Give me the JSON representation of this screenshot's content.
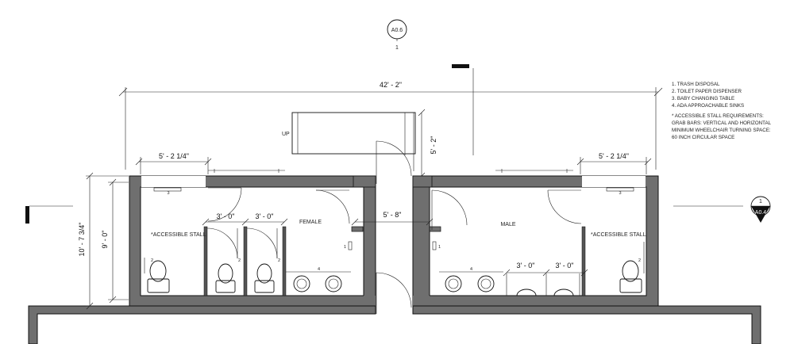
{
  "callouts": {
    "top": {
      "sheet": "A0.6",
      "number": "1"
    },
    "right": {
      "number": "1",
      "sheet": "A0.4"
    }
  },
  "dimensions": {
    "overall_width": "42' - 2\"",
    "left_stall_width": "5' - 2 1/4\"",
    "right_stall_width": "5' - 2 1/4\"",
    "corridor_width": "5' - 8\"",
    "stair_depth": "5' - 2\"",
    "overall_height": "10' - 7 3/4\"",
    "room_height": "9' - 0\"",
    "female_stall_a": "3' - 0\"",
    "female_stall_b": "3' - 0\"",
    "male_stall_a": "3' - 0\"",
    "male_stall_b": "3' - 0\""
  },
  "labels": {
    "up": "UP",
    "female": "FEMALE",
    "male": "MALE",
    "accessible_left": "*ACCESSIBLE STALL",
    "accessible_right": "*ACCESSIBLE STALL"
  },
  "tags": {
    "t_left_top": "3",
    "t_right_top": "3",
    "t_left_grab": "2",
    "t_stall1": "2",
    "t_stall2": "2",
    "t_female_sink": "4",
    "t_female_wall": "1",
    "t_male_wall": "1",
    "t_male_sink": "4",
    "t_right_grab": "2"
  },
  "notes": {
    "n1": "1. TRASH DISPOSAL",
    "n2": "2. TOILET PAPER DISPENSER",
    "n3": "3. BABY CHANGING TABLE",
    "n4": "4. ADA APPROACHABLE SINKS",
    "n5": "* ACCESSIBLE STALL REQUIREMENTS:",
    "n6": "GRAB BARS: VERTICAL AND HORIZONTAL",
    "n7": "MINIMUM WHEELCHAIR TURNING SPACE:",
    "n8": "60 INCH CIRCULAR SPACE"
  }
}
